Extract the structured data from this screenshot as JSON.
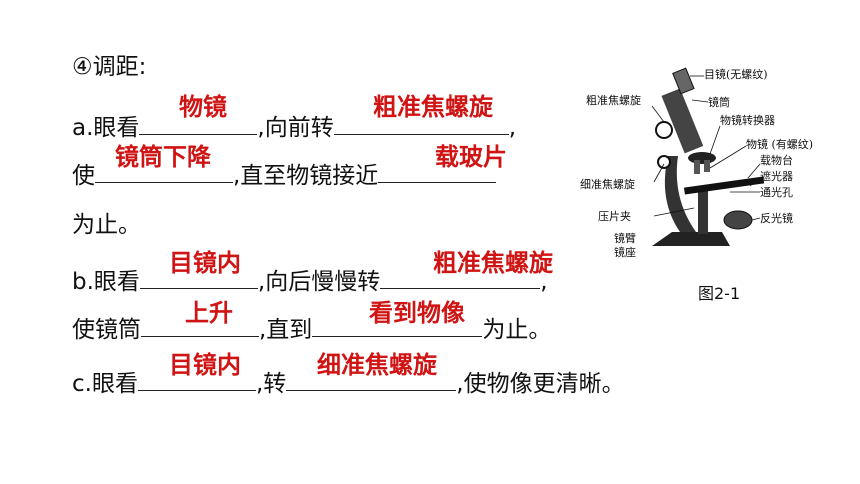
{
  "step_title": "④调距:",
  "a": {
    "prefix": "a.眼看",
    "mid1": ",向前转",
    "end1": ",",
    "prefix2": "使",
    "mid2": ",直至物镜接近",
    "tail": "为止。",
    "answers": [
      "物镜",
      "粗准焦螺旋",
      "镜筒下降",
      "载玻片"
    ]
  },
  "b": {
    "prefix": "b.眼看",
    "mid1": ",向后慢慢转",
    "end1": ",",
    "prefix2": "使镜筒",
    "mid2": ",直到",
    "tail": "为止。",
    "answers": [
      "目镜内",
      "粗准焦螺旋",
      "上升",
      "看到物像"
    ]
  },
  "c": {
    "prefix": "c.眼看",
    "mid1": ",转",
    "tail": ",使物像更清晰。",
    "answers": [
      "目镜内",
      "细准焦螺旋"
    ]
  },
  "figure": {
    "caption": "图2-1",
    "labels": {
      "eyepiece": "目镜(无螺纹)",
      "coarse": "粗准焦螺旋",
      "tube": "镜筒",
      "nosepiece": "物镜转换器",
      "objective": "物镜 (有螺纹)",
      "stage": "载物台",
      "diaphragm": "遮光器",
      "aperture": "通光孔",
      "fine": "细准焦螺旋",
      "clip": "压片夹",
      "mirror": "反光镜",
      "arm": "镜臂",
      "base": "镜座"
    }
  }
}
